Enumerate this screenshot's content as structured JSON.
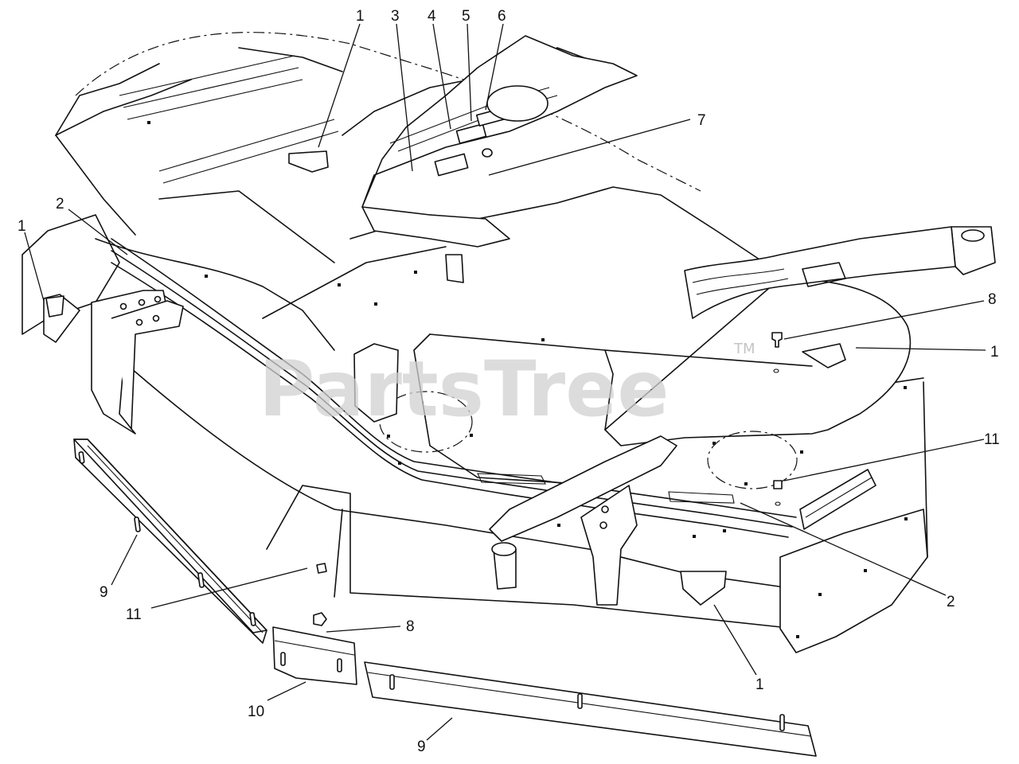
{
  "watermark": {
    "text": "PartsTree",
    "tm": "TM"
  },
  "callouts": [
    {
      "n": "1"
    },
    {
      "n": "3"
    },
    {
      "n": "4"
    },
    {
      "n": "5"
    },
    {
      "n": "6"
    },
    {
      "n": "7"
    },
    {
      "n": "2"
    },
    {
      "n": "1"
    },
    {
      "n": "8"
    },
    {
      "n": "1"
    },
    {
      "n": "11"
    },
    {
      "n": "2"
    },
    {
      "n": "9"
    },
    {
      "n": "11"
    },
    {
      "n": "8"
    },
    {
      "n": "10"
    },
    {
      "n": "9"
    },
    {
      "n": "1"
    }
  ]
}
